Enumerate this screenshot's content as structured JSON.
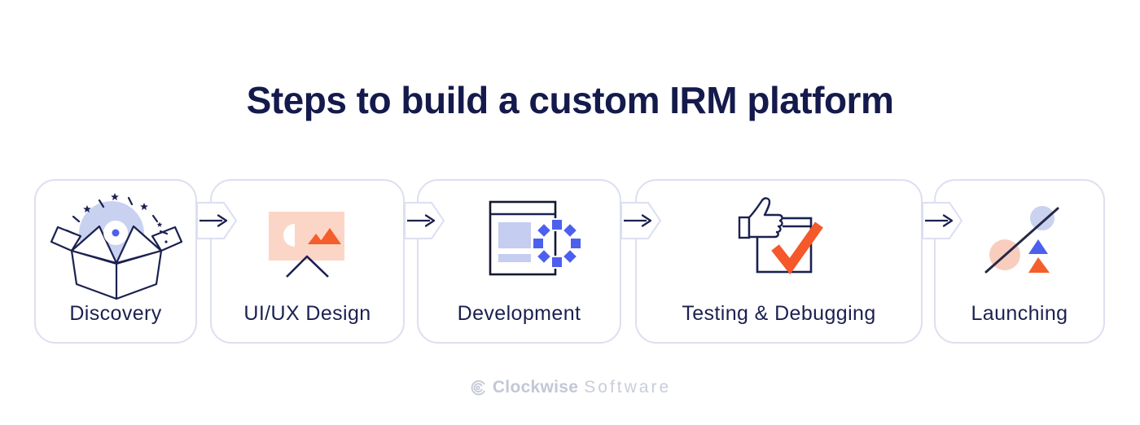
{
  "title": "Steps to build a custom IRM platform",
  "steps": [
    {
      "label": "Discovery",
      "icon": "open-box-sparkles-icon"
    },
    {
      "label": "UI/UX Design",
      "icon": "design-board-icon"
    },
    {
      "label": "Development",
      "icon": "browser-loading-icon"
    },
    {
      "label": "Testing & Debugging",
      "icon": "thumbs-up-check-icon"
    },
    {
      "label": "Launching",
      "icon": "launch-shapes-icon"
    }
  ],
  "connectors": {
    "type": "arrow-right",
    "count": 4
  },
  "footer": {
    "brand": "Clockwise",
    "suffix": "Software"
  },
  "colors": {
    "title_navy": "#141a4b",
    "label_navy": "#1b2150",
    "card_border": "#dcdff0",
    "accent_orange": "#f45e2c",
    "accent_blue": "#4c60ee",
    "accent_lavender": "#c5cdf0",
    "accent_peach": "#fbd6c6",
    "footer_gray": "#c6c9d9"
  }
}
